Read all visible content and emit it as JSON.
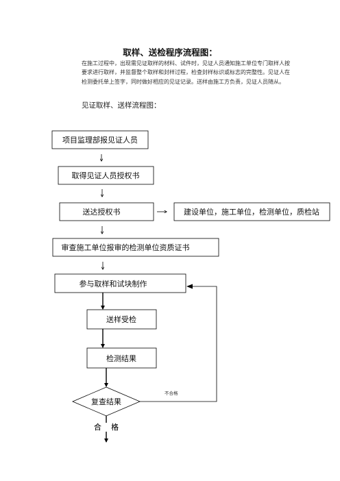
{
  "title": "取样、送检程序流程图：",
  "intro": "在施工过程中，出现需见证取样的材料、试件时，见证人员通知施工单位专门取样人按要求进行取样，并监督整个取样和封样过程，检查封样标识或标志的完整性。见证人在检测委托单上签字，同时做好相应的见证记录。送样由施工方负责，见证人员随从。",
  "subtitle": "见证取样、送样流程图：",
  "steps": {
    "s1": "项目监理部报见证人员",
    "s2": "取得见证人员授权书",
    "s3": "送达授权书",
    "s3_target": "建设单位，施工单位，检测单位，质检站",
    "s4": "审查施工单位报审的检测单位资质证书",
    "s5": "参与取样和试块制作",
    "s6": "送样受检",
    "s7": "检测结果",
    "decision": "复查结果",
    "fail_label": "不合格",
    "pass_label": "合    格"
  }
}
